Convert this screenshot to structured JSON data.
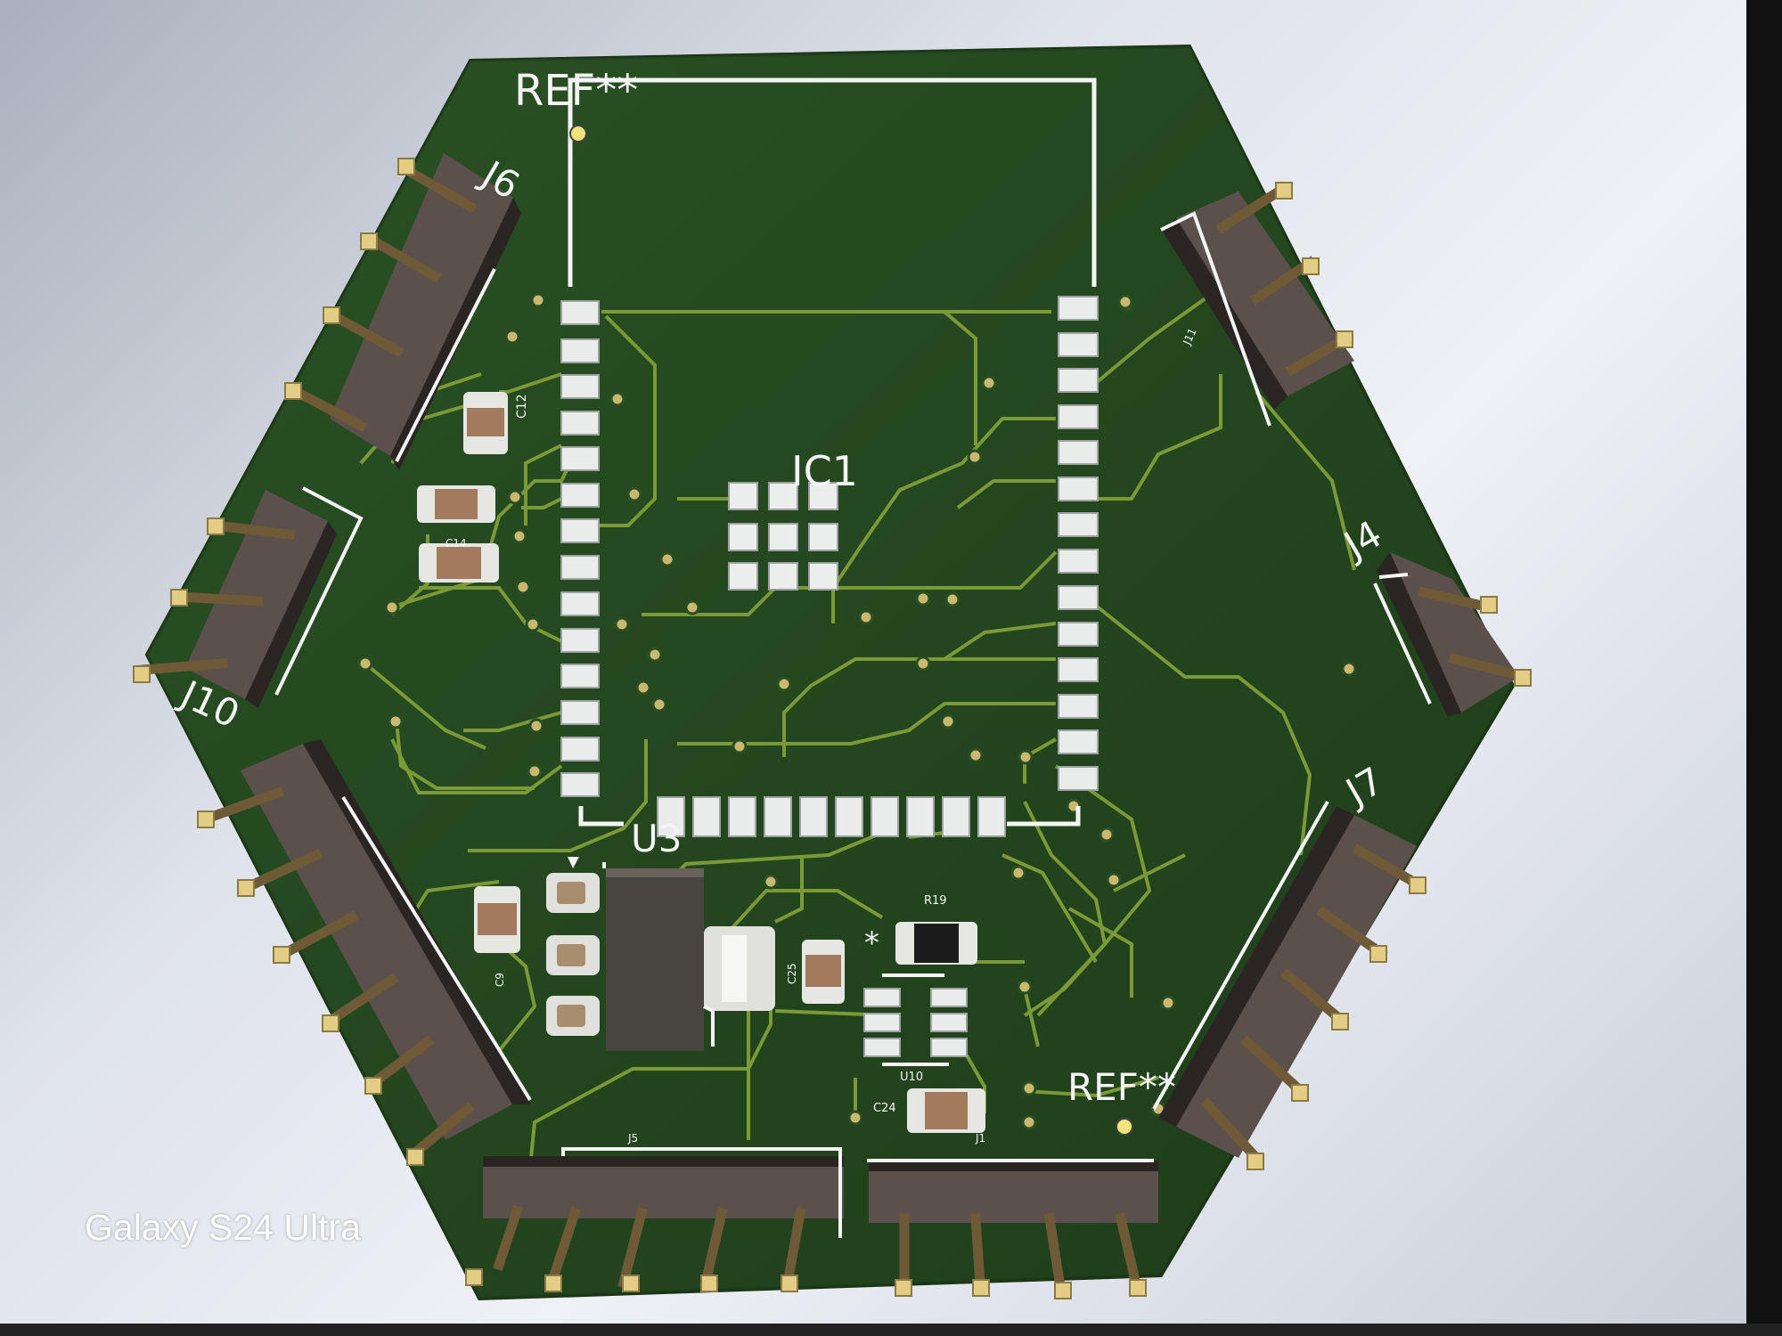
{
  "watermark": "Galaxy S24 Ultra",
  "colors": {
    "board": "#24471f",
    "trace": "#7a9a38",
    "silkscreen": "#f4f4f4",
    "pad": "#e9ecea",
    "header": "#5b504b",
    "pin": "#d9c483"
  },
  "labels": {
    "ref_top": "REF**",
    "ref_bottom": "REF**",
    "j6": "J6",
    "j10": "J10",
    "j4": "J4",
    "j7": "J7",
    "j11": "J11",
    "j5": "J5",
    "j1": "J1",
    "ic1": "IC1",
    "u3": "U3",
    "c12": "C12",
    "c14": "C14",
    "c9": "C9",
    "c25": "C25",
    "r19": "R19",
    "u10": "U10",
    "c24": "C24",
    "star": "*"
  }
}
